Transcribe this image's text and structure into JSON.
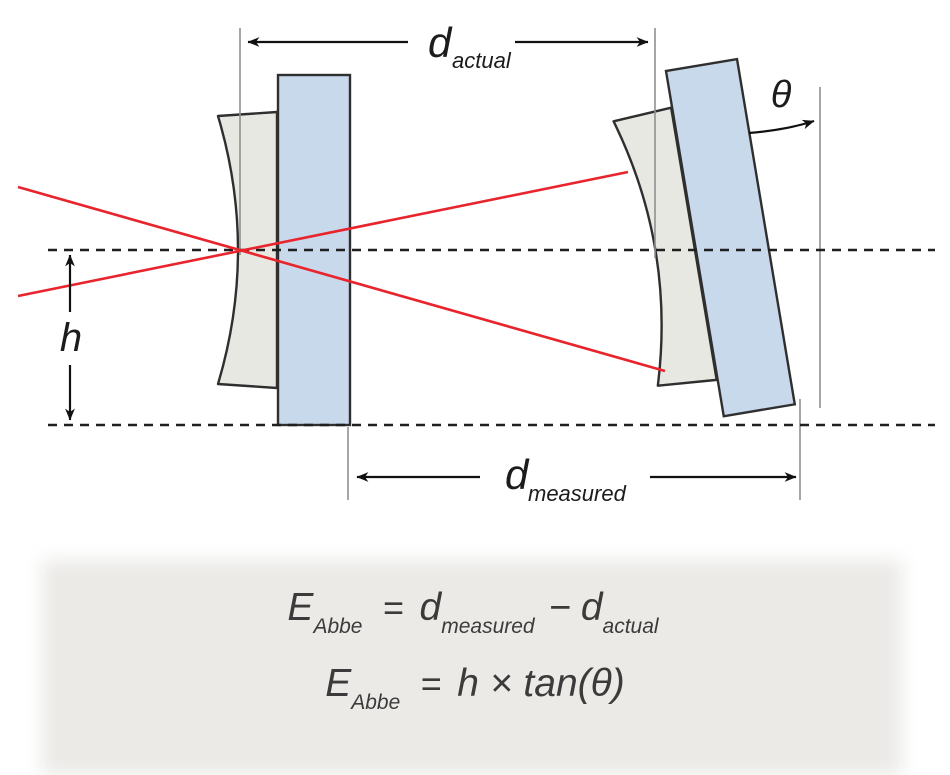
{
  "figure": {
    "type": "abbe-error-optical-alignment-diagram",
    "labels": {
      "distance_symbol": "d",
      "actual_subscript": "actual",
      "measured_subscript": "measured",
      "height": "h",
      "tilt_angle": "θ"
    },
    "colors": {
      "element_glass": "#c9d9ec",
      "lens_body": "#e8e8e2",
      "ray": "#e8242d",
      "outline": "#2f2f2f",
      "axis": "#1f1f1f",
      "extension_line": "#8f8f8f",
      "dimension_line": "#111111",
      "panel_background": "#ebeae7",
      "equation_text": "#3b3b3b"
    },
    "equations": {
      "line1": {
        "lhs": "E",
        "lhs_sub": "Abbe",
        "equals": "=",
        "term1": "d",
        "term1_sub": "measured",
        "operator": "−",
        "term2": "d",
        "term2_sub": "actual"
      },
      "line2": {
        "lhs": "E",
        "lhs_sub": "Abbe",
        "equals": "=",
        "rhs": "h × tan(θ)"
      }
    }
  }
}
